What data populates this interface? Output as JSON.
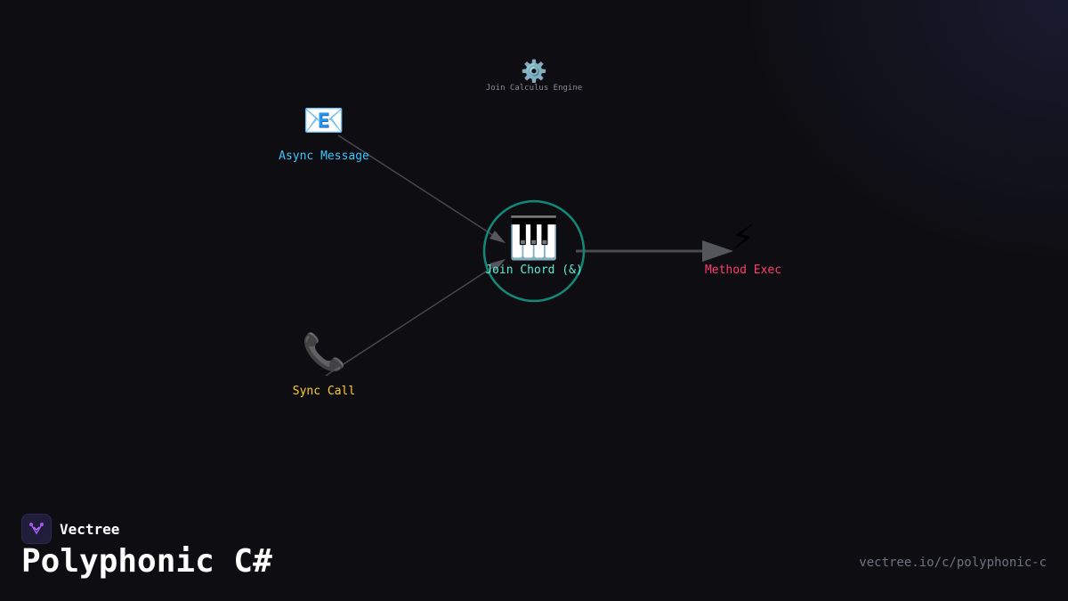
{
  "diagram": {
    "engine": {
      "label": "Join Calculus Engine",
      "icon": "gear-icon",
      "glyph": "⚙️"
    },
    "nodes": {
      "async_message": {
        "label": "Async Message",
        "icon": "envelope-icon",
        "glyph": "📧",
        "color": "#3ec4ff"
      },
      "sync_call": {
        "label": "Sync Call",
        "icon": "telephone-icon",
        "glyph": "📞",
        "color": "#ffcc1f"
      },
      "join_chord": {
        "label": "Join Chord (&)",
        "icon": "piano-icon",
        "glyph": "🎹",
        "color": "#5eead4",
        "ring_color": "#14877a"
      },
      "method_exec": {
        "label": "Method Exec",
        "icon": "lightning-icon",
        "glyph": "⚡",
        "color": "#ff3e6c"
      }
    },
    "edges": [
      {
        "from": "async_message",
        "to": "join_chord"
      },
      {
        "from": "sync_call",
        "to": "join_chord"
      },
      {
        "from": "join_chord",
        "to": "method_exec"
      }
    ]
  },
  "footer": {
    "brand": "Vectree",
    "title": "Polyphonic C#",
    "url": "vectree.io/c/polyphonic-c"
  }
}
